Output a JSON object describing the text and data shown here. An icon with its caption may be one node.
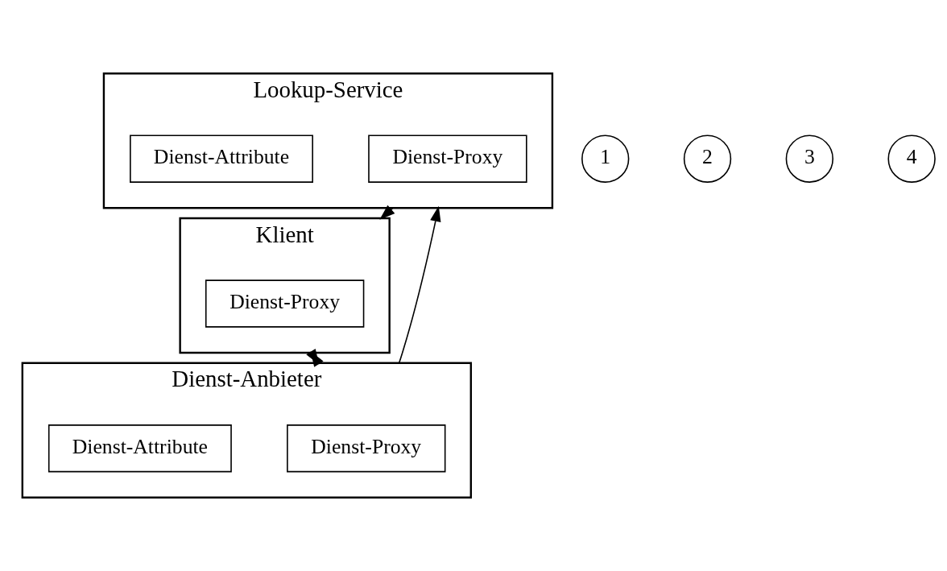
{
  "diagram": {
    "nodes": [
      {
        "text": [
          "Lookup-Service"
        ]
      },
      {
        "text": [
          "Dienst-Proxy"
        ],
        "in": 0
      },
      {
        "text": [
          "Dienst-Attribute"
        ],
        "in": 0
      },
      {
        "text": [
          "Klient"
        ]
      },
      {
        "text": [
          "Dienst-Proxy"
        ],
        "in": 3
      },
      {
        "text": [
          "Dienst-Anbieter"
        ]
      },
      {
        "text": [
          "Dienst-Proxy"
        ],
        "in": 5
      },
      {
        "text": [
          "Dienst-Attribute"
        ],
        "in": 5
      },
      {
        "text": [
          "1"
        ]
      },
      {
        "text": [
          "2"
        ]
      },
      {
        "text": [
          "3"
        ]
      },
      {
        "text": [
          "4"
        ]
      }
    ],
    "edges": [
      {
        "from": 5,
        "to": 0,
        "arrow": "to"
      },
      {
        "from": 0,
        "to": 3,
        "arrow": "to"
      },
      {
        "from": 3,
        "to": 5,
        "arrow": "both"
      }
    ]
  }
}
